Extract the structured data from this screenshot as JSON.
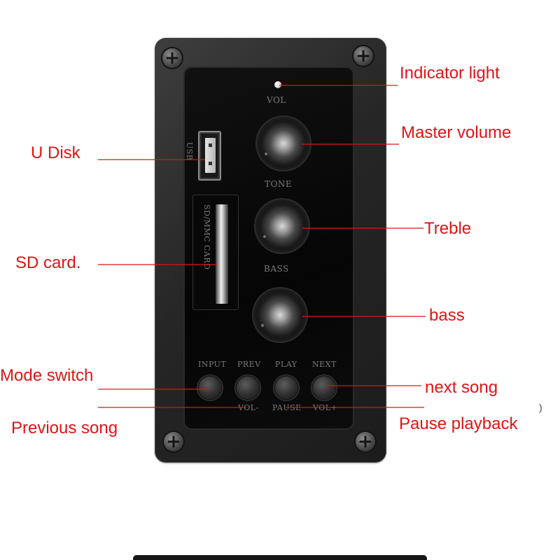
{
  "panel": {
    "silkscreen": {
      "vol": "VOL",
      "tone": "TONE",
      "bass": "BASS",
      "usb": "USB",
      "sd_card": "SD/MMC  CARD",
      "buttons_top": [
        "INPUT",
        "PREV",
        "PLAY",
        "NEXT"
      ],
      "buttons_bottom": [
        "VOL-",
        "PAUSE",
        "VOL+"
      ]
    }
  },
  "callouts": {
    "indicator_light": "Indicator light",
    "master_volume": "Master volume",
    "u_disk": "U Disk",
    "treble": "Treble",
    "sd_card": "SD card.",
    "bass": "bass",
    "mode_switch": "Mode switch",
    "next_song": "next song",
    "previous_song": "Previous song",
    "pause_playback": "Pause playback"
  },
  "stray_mark": ")",
  "colors": {
    "callout_text": "#e01414",
    "leader_line": "#e01414",
    "frame": "#2a2a2a",
    "panel": "#070707",
    "silkscreen": "#7c7c7c"
  },
  "icons": {
    "screw": "phillips-screw-icon"
  }
}
